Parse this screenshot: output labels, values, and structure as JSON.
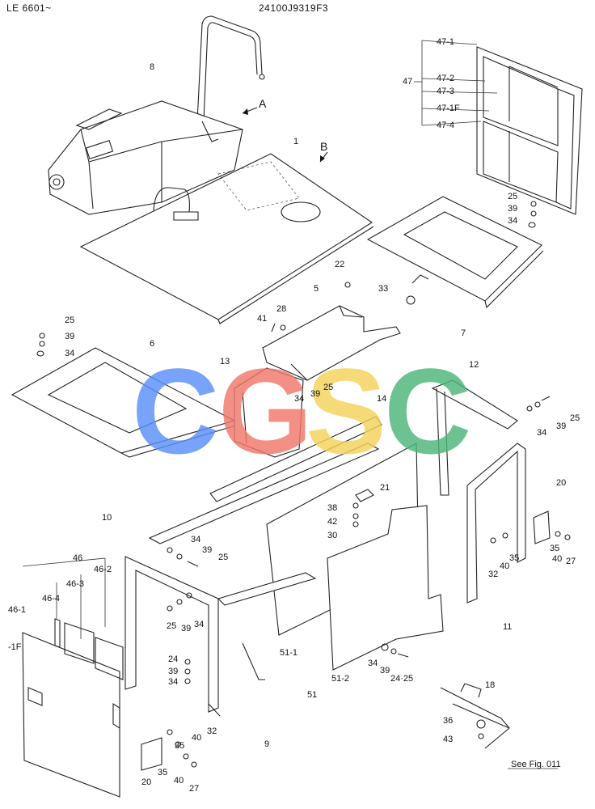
{
  "header": {
    "left": "LE 6601~",
    "center": "24100J9319F3"
  },
  "watermark": {
    "letters": [
      {
        "char": "C",
        "color": "#5b8ff9"
      },
      {
        "char": "G",
        "color": "#f0786c"
      },
      {
        "char": "S",
        "color": "#f5d25a"
      },
      {
        "char": "C",
        "color": "#4cb77a"
      }
    ]
  },
  "arrows": {
    "a": "A",
    "b": "B"
  },
  "labels": {
    "p8": "8",
    "p1": "1",
    "p47": "47",
    "p47_1": "47-1",
    "p47_2": "47-2",
    "p47_3": "47-3",
    "p47_1f": "47-1F",
    "p47_4": "47-4",
    "p25a": "25",
    "p39a": "39",
    "p34a": "34",
    "p7": "7",
    "p33": "33",
    "p22": "22",
    "p5": "5",
    "p41": "41",
    "p28": "28",
    "p25b": "25",
    "p39b": "39",
    "p34b": "34",
    "p6": "6",
    "p13": "13",
    "p34c": "34",
    "p39c": "39",
    "p25c": "25",
    "p14": "14",
    "p12": "12",
    "p25d": "25",
    "p39d": "39",
    "p34d": "34",
    "p20a": "20",
    "p21": "21",
    "p38": "38",
    "p42": "42",
    "p30": "30",
    "p10": "10",
    "p34e": "34",
    "p39e": "39",
    "p25e": "25",
    "p46": "46",
    "p46_2": "46-2",
    "p46_3": "46-3",
    "p46_4": "46-4",
    "p46_1": "46-1",
    "p1f": "-1F",
    "p25f": "25",
    "p39f": "39",
    "p34f": "34",
    "p35a": "35",
    "p40a": "40",
    "p32a": "32",
    "p35b": "35",
    "p27a": "27",
    "p11": "11",
    "p24": "24",
    "p39g": "39",
    "p34g": "34",
    "p51_1": "51-1",
    "p51_2": "51-2",
    "p51": "51",
    "p34h": "34",
    "p39h": "39",
    "p24_25": "24·25",
    "p32b": "32",
    "p40b": "40",
    "p35c": "35",
    "p20b": "20",
    "p35d": "35",
    "p40c": "40",
    "p27b": "27",
    "p9": "9",
    "p18": "18",
    "p36": "36",
    "p43": "43"
  },
  "reference": "See Fig. 011"
}
